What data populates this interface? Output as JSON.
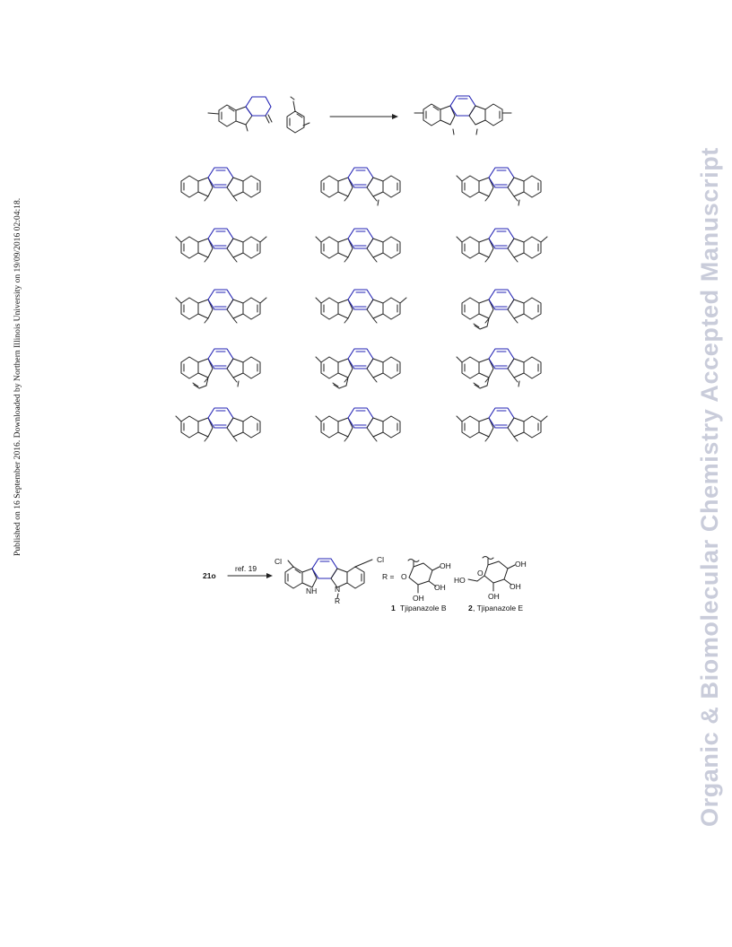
{
  "margins": {
    "left_note": "Published on 16 September 2016. Downloaded by Northern Illinois University on 19/09/2016 02:04:18.",
    "right_watermark": "Organic & Biomolecular Chemistry Accepted Manuscript"
  },
  "scheme2": {
    "compound_label": "21o",
    "arrow_label": "ref. 19",
    "r_prefix": "R =",
    "atoms": {
      "cl": "Cl",
      "nh": "NH",
      "n": "N",
      "r": "R",
      "o": "O",
      "oh": "OH",
      "ho": "HO",
      "h": "H"
    },
    "products": [
      {
        "number": "1",
        "name": "Tjipanazole B"
      },
      {
        "number": "2",
        "name": ", Tjipanazole E"
      }
    ]
  },
  "colors": {
    "core_ring": "#2323b4",
    "bond": "#222222",
    "watermark": "#c9ccda"
  }
}
